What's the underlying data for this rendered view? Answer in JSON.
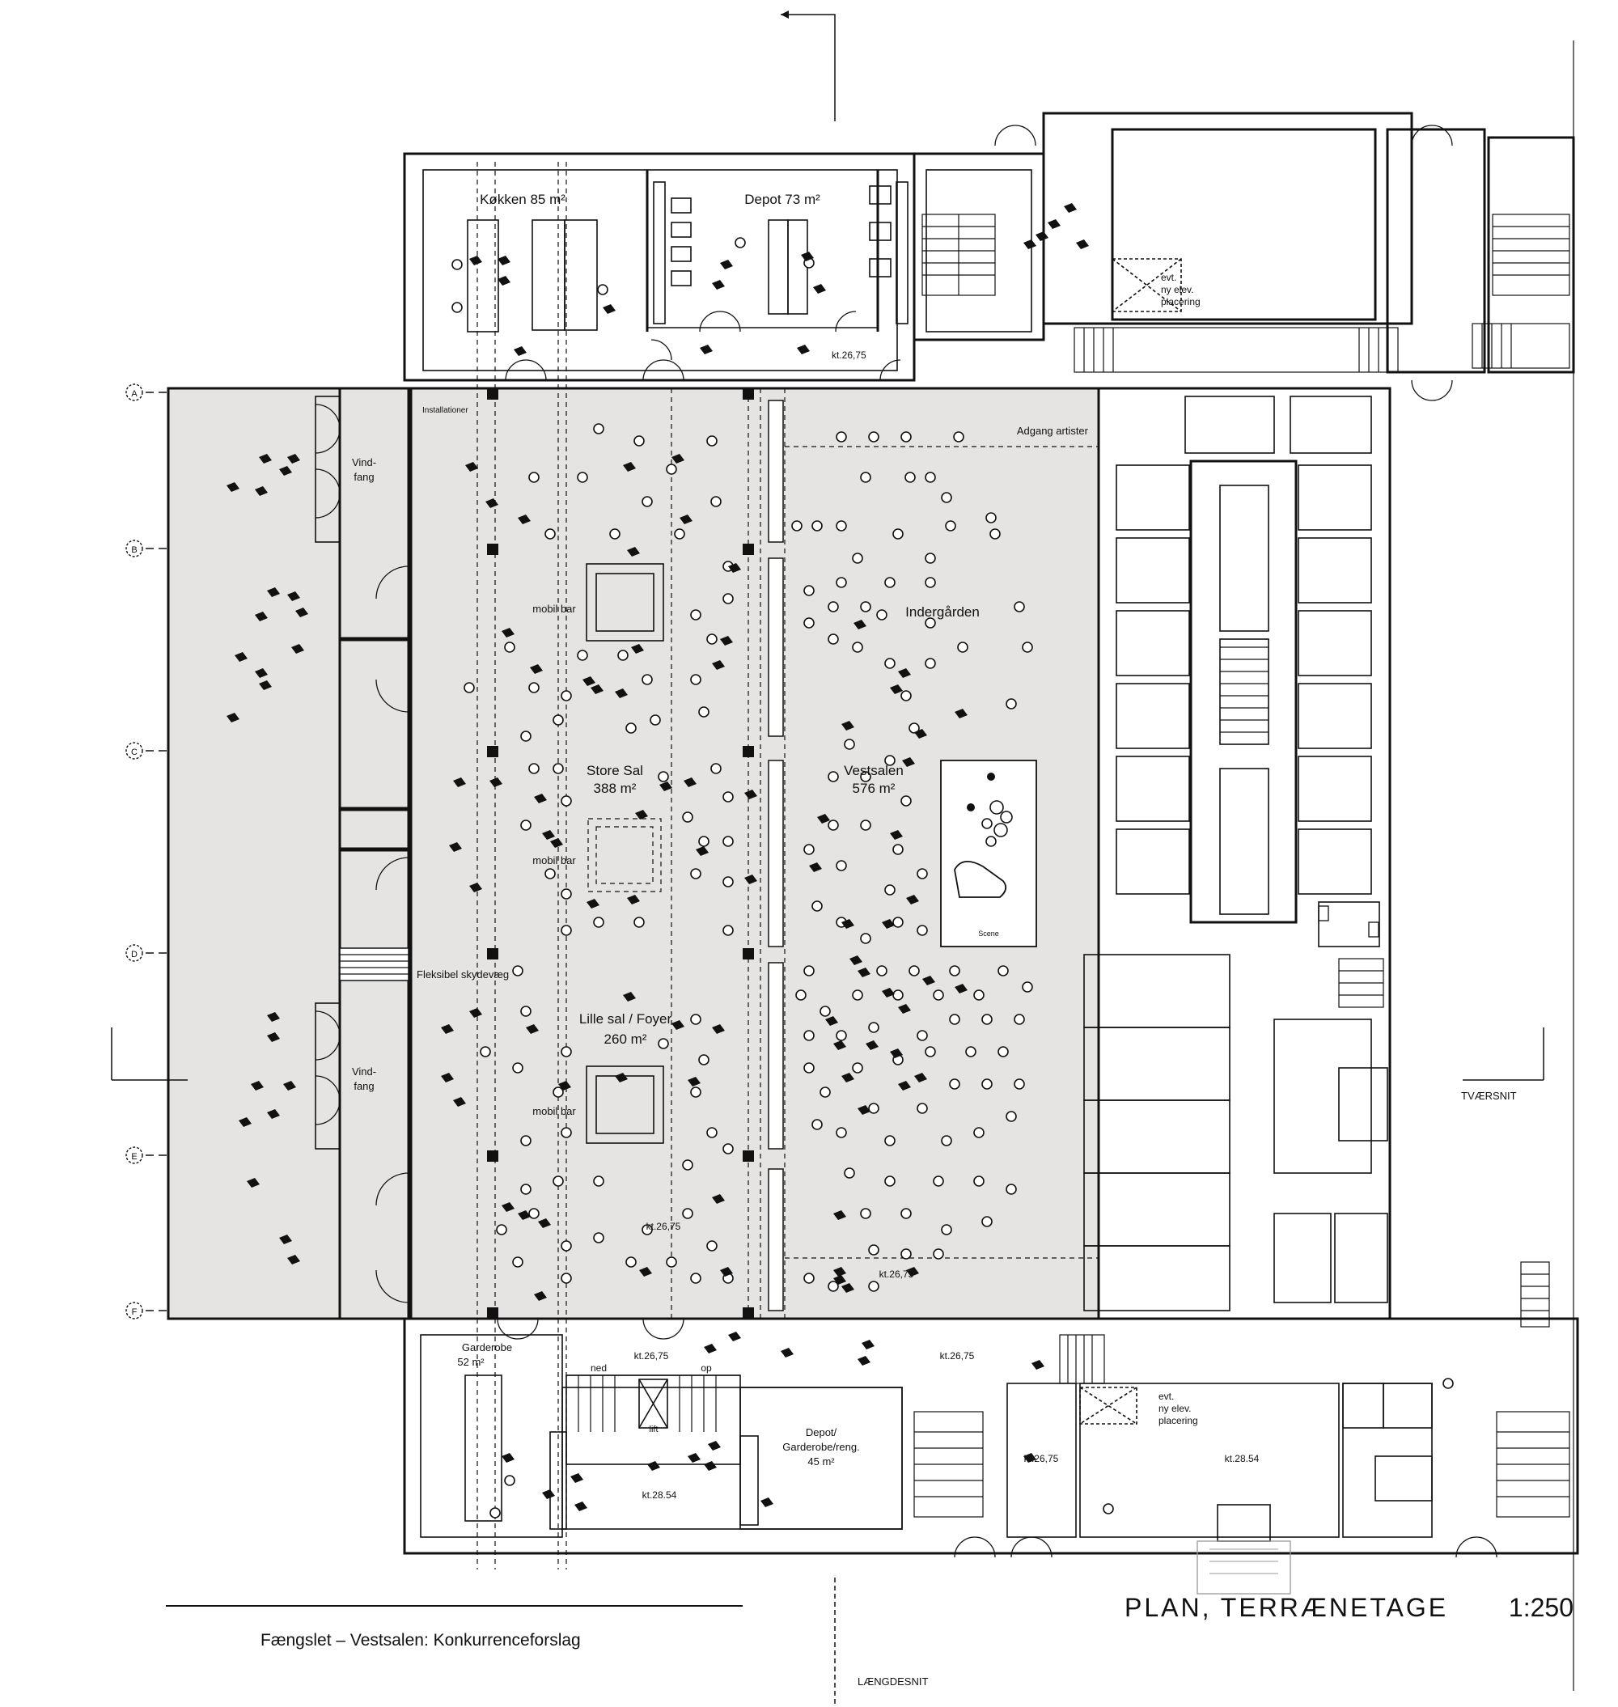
{
  "sheet": {
    "title": "PLAN, TERRÆNETAGE",
    "scale": "1:250",
    "project": "Fængslet – Vestsalen: Konkurrenceforslag",
    "section_long": "LÆNGDESNIT",
    "section_cross": "TVÆRSNIT"
  },
  "grid_axes": [
    "A",
    "B",
    "C",
    "D",
    "E",
    "F"
  ],
  "rooms": {
    "kitchen": "Køkken 85 m²",
    "depot_top": "Depot 73 m²",
    "elevator_top": [
      "evt.",
      "ny elev.",
      "placering"
    ],
    "level_top": "kt.26,75",
    "installations": "Installationer",
    "artist_access": "Adgang artister",
    "windbreak_top": [
      "Vind-",
      "fang"
    ],
    "windbreak_bottom": [
      "Vind-",
      "fang"
    ],
    "courtyard": "Indergården",
    "mobile_bar_1": "mobil bar",
    "mobile_bar_2": "mobil bar",
    "mobile_bar_3": "mobil bar",
    "store_sal": [
      "Store Sal",
      "388 m²"
    ],
    "vestsalen": [
      "Vestsalen",
      "576 m²"
    ],
    "stage": "Scene",
    "sliding_wall": "Fleksibel skydevæg",
    "lille_sal": [
      "Lille sal / Foyer",
      "260 m²"
    ],
    "level_hall_1": "kt.26,75",
    "level_hall_2": "kt.26,75",
    "wardrobe": [
      "Garderobe",
      "52 m²"
    ],
    "level_corr_1": "kt.26,75",
    "level_corr_2": "kt.26,75",
    "stairs_down": "ned",
    "stairs_up": "op",
    "lift": "lift",
    "depot_bottom": [
      "Depot/",
      "Garderobe/reng.",
      "45 m²"
    ],
    "level_low_1": "kt.28.54",
    "level_low_2": "kt.26,75",
    "elevator_bottom": [
      "evt.",
      "ny elev.",
      "placering"
    ],
    "level_low_3": "kt.28.54"
  }
}
